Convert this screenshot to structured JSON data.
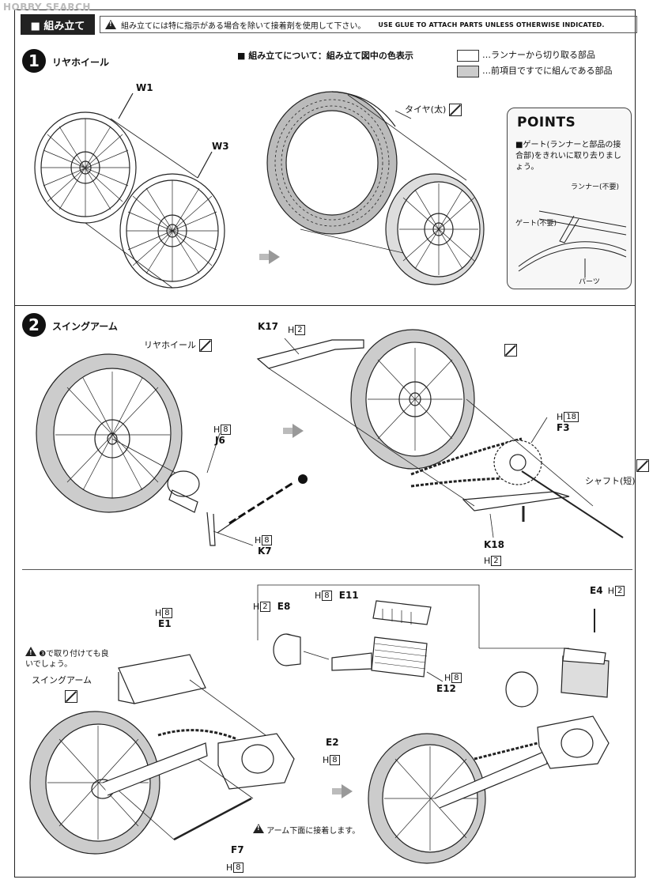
{
  "watermark": "HOBBY SEARCH",
  "header": {
    "tab_label": "■ 組み立て",
    "warning_jp": "組み立てには特に指示がある場合を除いて接着剤を使用して下さい。",
    "warning_en": "USE GLUE TO ATTACH PARTS UNLESS OTHERWISE INDICATED."
  },
  "legend": {
    "title": "■ 組み立てについて：組み立て図中の色表示",
    "item1": "…ランナーから切り取る部品",
    "item2": "…前項目ですでに組んである部品"
  },
  "step1": {
    "number": "1",
    "title": "リヤホイール",
    "part_w1": "W1",
    "part_w3": "W3",
    "tire_label": "タイヤ(太)"
  },
  "points": {
    "title": "POINTS",
    "text": "■ゲート(ランナーと部品の接合部)をきれいに取り去りましょう。",
    "runner_label": "ランナー(不要)",
    "gate_label": "ゲート(不要)",
    "part_label": "パーツ"
  },
  "step2": {
    "number": "2",
    "title": "スイングアーム",
    "rear_wheel_label": "リヤホイール",
    "j6_runner": "H",
    "j6_runner_num": "8",
    "j6": "J6",
    "k7_runner": "H",
    "k7_runner_num": "8",
    "k7": "K7",
    "ref3": "❸",
    "k17": "K17",
    "k17_runner": "H",
    "k17_runner_num": "2",
    "f3_runner": "H",
    "f3_runner_num": "18",
    "f3": "F3",
    "shaft_label": "シャフト(短)",
    "k18": "K18",
    "k18_runner": "H",
    "k18_runner_num": "2"
  },
  "step3": {
    "e1_runner": "H",
    "e1_runner_num": "8",
    "e1": "E1",
    "note_attach": "❸で取り付けても良いでしょう。",
    "swingarm_label": "スイングアーム",
    "e8_runner": "H",
    "e8_runner_num": "2",
    "e8": "E8",
    "e11_runner": "H",
    "e11_runner_num": "8",
    "e11": "E11",
    "e12_runner": "H",
    "e12_runner_num": "8",
    "e12": "E12",
    "e2": "E2",
    "e2_runner": "H",
    "e2_runner_num": "8",
    "e4": "E4",
    "e4_runner": "H",
    "e4_runner_num": "2",
    "f7": "F7",
    "f7_runner": "H",
    "f7_runner_num": "8",
    "note_glue": "アーム下面に接着します。"
  }
}
